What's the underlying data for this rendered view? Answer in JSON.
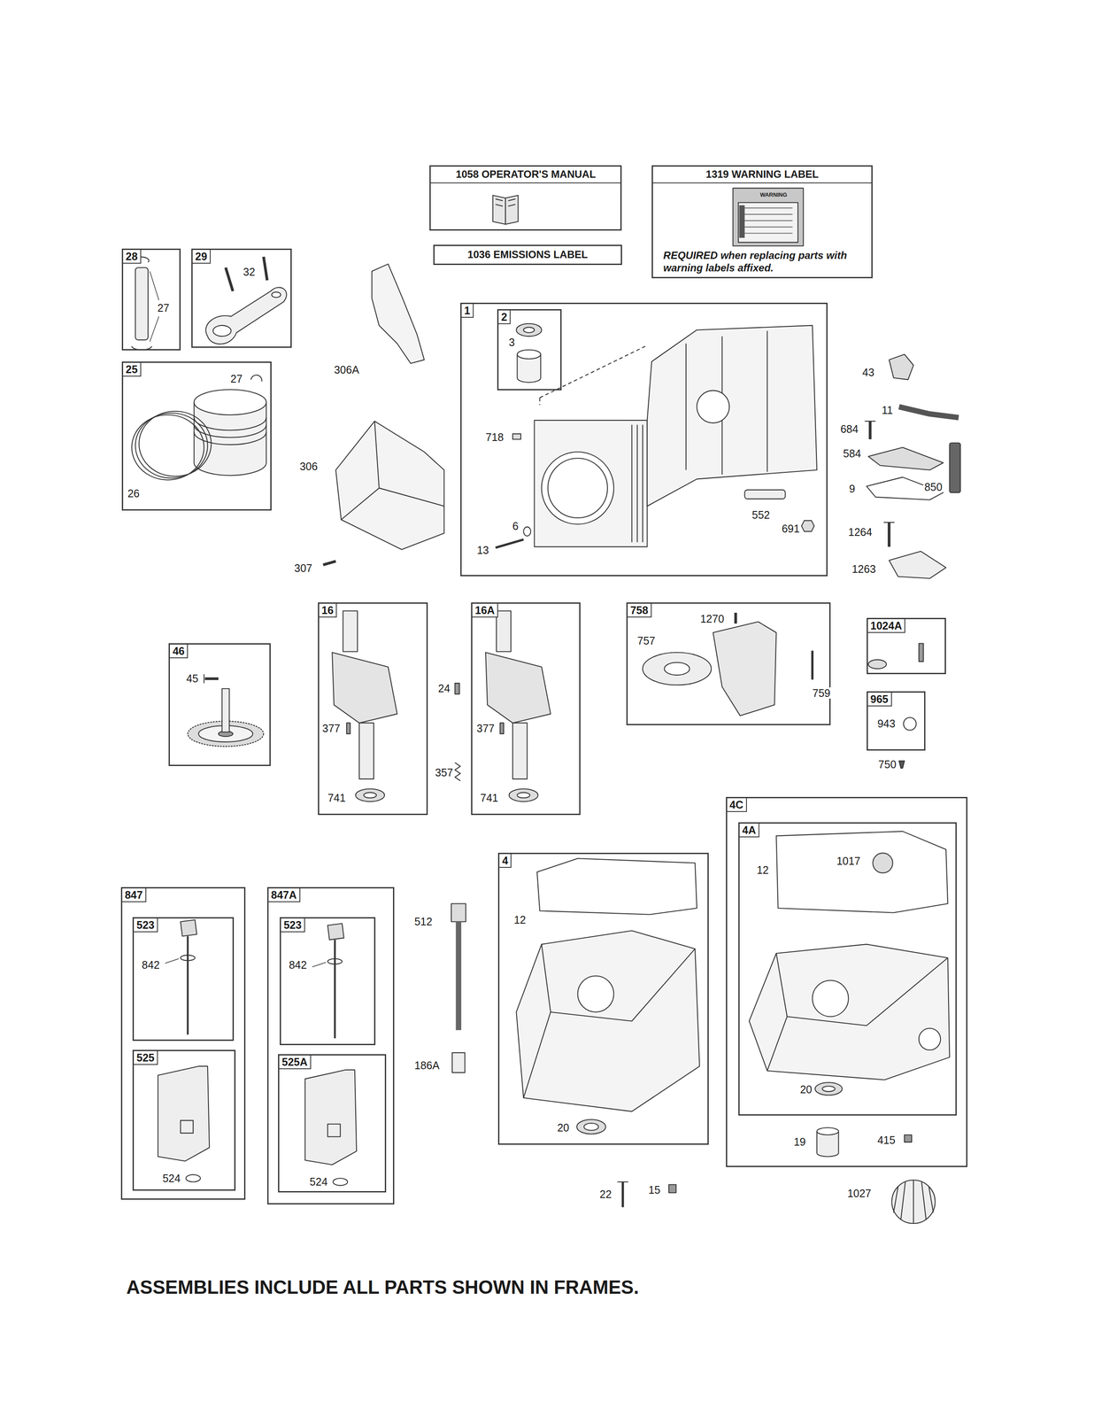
{
  "diagram": {
    "caption": "ASSEMBLIES INCLUDE ALL PARTS SHOWN IN FRAMES.",
    "nodes": [
      {
        "text": [
          "1058 OPERATOR'S MANUAL"
        ]
      },
      {
        "text": [
          "1319 WARNING LABEL",
          "REQUIRED when replacing parts with warning labels affixed."
        ]
      },
      {
        "text": [
          "1036 EMISSIONS LABEL"
        ]
      },
      {
        "text": [
          "28"
        ]
      },
      {
        "text": [
          "29"
        ]
      },
      {
        "text": [
          "25"
        ]
      },
      {
        "text": [
          "1"
        ]
      },
      {
        "text": [
          "2"
        ],
        "in": 6
      },
      {
        "text": [
          "16"
        ]
      },
      {
        "text": [
          "16A"
        ]
      },
      {
        "text": [
          "46"
        ]
      },
      {
        "text": [
          "758"
        ]
      },
      {
        "text": [
          "1024A"
        ]
      },
      {
        "text": [
          "965"
        ]
      },
      {
        "text": [
          "847"
        ]
      },
      {
        "text": [
          "523"
        ],
        "in": 14
      },
      {
        "text": [
          "525"
        ],
        "in": 14
      },
      {
        "text": [
          "847A"
        ]
      },
      {
        "text": [
          "523"
        ],
        "in": 17
      },
      {
        "text": [
          "525A"
        ],
        "in": 17
      },
      {
        "text": [
          "4"
        ]
      },
      {
        "text": [
          "4C"
        ]
      },
      {
        "text": [
          "4A"
        ],
        "in": 21
      }
    ],
    "labels": [
      "WARNING",
      "27",
      "32",
      "27",
      "26",
      "306A",
      "306",
      "307",
      "3",
      "718",
      "6",
      "13",
      "552",
      "691",
      "43",
      "11",
      "684",
      "584",
      "9",
      "850",
      "1264",
      "1263",
      "45",
      "377",
      "741",
      "24",
      "357",
      "377",
      "741",
      "1270",
      "757",
      "759",
      "943",
      "750",
      "842",
      "524",
      "842",
      "524",
      "512",
      "186A",
      "12",
      "20",
      "12",
      "1017",
      "20",
      "19",
      "415",
      "22",
      "15",
      "1027"
    ]
  }
}
